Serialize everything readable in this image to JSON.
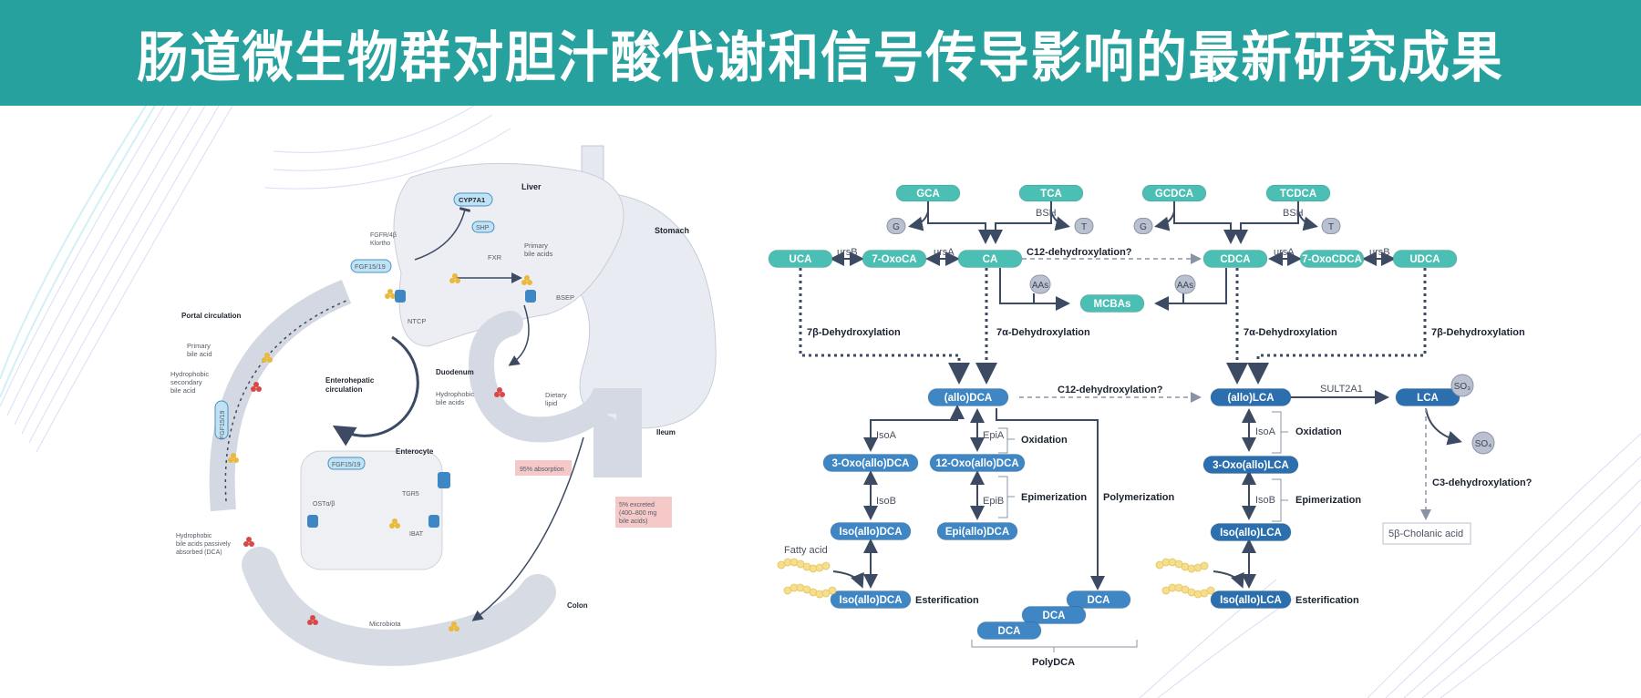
{
  "banner": {
    "title": "肠道微生物群对胆汁酸代谢和信号传导影响的最新研究成果"
  },
  "physiology": {
    "labels": {
      "liver": "Liver",
      "stomach": "Stomach",
      "cyp7a1": "CYP7A1",
      "shp": "SHP",
      "fxr": "FXR",
      "fgfr": "FGFR/4β",
      "klotho": "Klortho",
      "fgf_liver": "FGF15/19",
      "ntcp": "NTCP",
      "primary_bile_acids_1": "Primary",
      "primary_bile_acids_2": "bile acids",
      "bsep": "BSEP",
      "portal": "Portal circulation",
      "primary_bile_acid_1": "Primary",
      "primary_bile_acid_2": "bile acid",
      "hydro_sec_1": "Hydrophobic",
      "hydro_sec_2": "secondary",
      "hydro_sec_3": "bile acid",
      "enterohepatic_1": "Enterohepatic",
      "enterohepatic_2": "circulation",
      "fgf_portal": "FGF15/19",
      "duodenum": "Duodenum",
      "hydro_ba_1": "Hydrophobic",
      "hydro_ba_2": "bile acids",
      "dietary_1": "Dietary",
      "dietary_2": "lipid",
      "ileum": "Ileum",
      "enterocyte": "Enterocyte",
      "fgf_entero": "FGF15/19",
      "tgr5": "TGR5",
      "ost": "OSTα/β",
      "ibat": "IBAT",
      "absorption": "95% absorption",
      "excreted_1": "5% excreted",
      "excreted_2": "(400–800 mg",
      "excreted_3": "bile acids)",
      "passive_1": "Hydrophobic",
      "passive_2": "bile acids passively",
      "passive_3": "absorbed (DCA)",
      "colon": "Colon",
      "microbiota": "Microbiota"
    }
  },
  "pathway": {
    "colors": {
      "teal": "#4bbfb4",
      "blue": "#3f86c4",
      "darkblue": "#2c6fae",
      "cofactor": "#b9c0cf",
      "arrow": "#3c4a63"
    },
    "conjugated": {
      "gca": "GCA",
      "tca": "TCA",
      "gcdca": "GCDCA",
      "tcdca": "TCDCA"
    },
    "cofactors": {
      "g1": "G",
      "t1": "T",
      "g2": "G",
      "t2": "T",
      "aas1": "AAs",
      "aas2": "AAs",
      "so3": "SO₃",
      "so4": "SO₄"
    },
    "enzymes": {
      "bsh1": "BSH",
      "bsh2": "BSH",
      "ursB1": "ursB",
      "ursA1": "ursA",
      "ursA2": "ursA",
      "ursB2": "ursB",
      "isoA1": "IsoA",
      "isoB1": "IsoB",
      "epiA": "EpiA",
      "epiB": "EpiB",
      "isoA2": "IsoA",
      "isoB2": "IsoB",
      "sult": "SULT2A1"
    },
    "primary": {
      "uca": "UCA",
      "oxoca": "7-OxoCA",
      "ca": "CA",
      "mcbas": "MCBAs",
      "cdca": "CDCA",
      "oxocdca": "7-OxoCDCA",
      "udca": "UDCA"
    },
    "steps": {
      "c12_top": "C12-dehydroxylation?",
      "beta1": "7β-Dehydroxylation",
      "alpha1": "7α-Dehydroxylation",
      "alpha2": "7α-Dehydroxylation",
      "beta2": "7β-Dehydroxylation",
      "c12_mid": "C12-dehydroxylation?",
      "oxidation1": "Oxidation",
      "epimerization1": "Epimerization",
      "polymerization": "Polymerization",
      "esterification1": "Esterification",
      "oxidation2": "Oxidation",
      "epimerization2": "Epimerization",
      "esterification2": "Esterification",
      "c3": "C3-dehydroxylation?",
      "polydca": "PolyDCA"
    },
    "dca_branch": {
      "allodca": "(allo)DCA",
      "oxo3": "3-Oxo(allo)DCA",
      "oxo12": "12-Oxo(allo)DCA",
      "iso": "Iso(allo)DCA",
      "epi": "Epi(allo)DCA",
      "iso_ester": "Iso(allo)DCA",
      "dca1": "DCA",
      "dca2": "DCA",
      "dca3": "DCA",
      "fatty_acid": "Fatty acid"
    },
    "lca_branch": {
      "allolca": "(allo)LCA",
      "lca": "LCA",
      "oxo3": "3-Oxo(allo)LCA",
      "iso": "Iso(allo)LCA",
      "iso_ester": "Iso(allo)LCA",
      "cholanic": "5β-Cholanic acid"
    }
  }
}
